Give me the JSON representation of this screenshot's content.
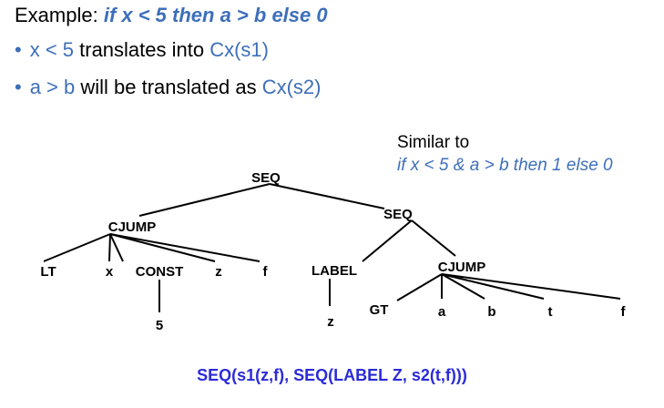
{
  "heading": {
    "prefix": "Example: ",
    "expression": "if x < 5 then a > b else 0"
  },
  "bullets": [
    {
      "part1": "x < 5",
      "part2": " translates into ",
      "part3": "Cx(s1)"
    },
    {
      "part1": "a > b",
      "part2": " will be translated as ",
      "part3": "Cx(s2)"
    }
  ],
  "note": {
    "line1": "Similar to",
    "line2": "if x < 5 & a > b then 1 else 0"
  },
  "tree": {
    "nodes": {
      "seq_root": "SEQ",
      "cjump_left": "CJUMP",
      "seq_right": "SEQ",
      "lt": "LT",
      "x": "x",
      "const": "CONST",
      "z1": "z",
      "f1": "f",
      "five": "5",
      "label": "LABEL",
      "z2": "z",
      "cjump_right": "CJUMP",
      "gt": "GT",
      "a": "a",
      "b": "b",
      "t": "t",
      "f2": "f"
    },
    "edges": [
      [
        "seq_root",
        "cjump_left"
      ],
      [
        "seq_root",
        "seq_right"
      ],
      [
        "cjump_left",
        "lt"
      ],
      [
        "cjump_left",
        "x"
      ],
      [
        "cjump_left",
        "const"
      ],
      [
        "cjump_left",
        "z1"
      ],
      [
        "cjump_left",
        "f1"
      ],
      [
        "const",
        "five"
      ],
      [
        "seq_right",
        "label"
      ],
      [
        "seq_right",
        "cjump_right"
      ],
      [
        "label",
        "z2"
      ],
      [
        "cjump_right",
        "gt"
      ],
      [
        "cjump_right",
        "a"
      ],
      [
        "cjump_right",
        "b"
      ],
      [
        "cjump_right",
        "t"
      ],
      [
        "cjump_right",
        "f2"
      ]
    ]
  },
  "result": "SEQ(s1(z,f), SEQ(LABEL Z, s2(t,f)))"
}
